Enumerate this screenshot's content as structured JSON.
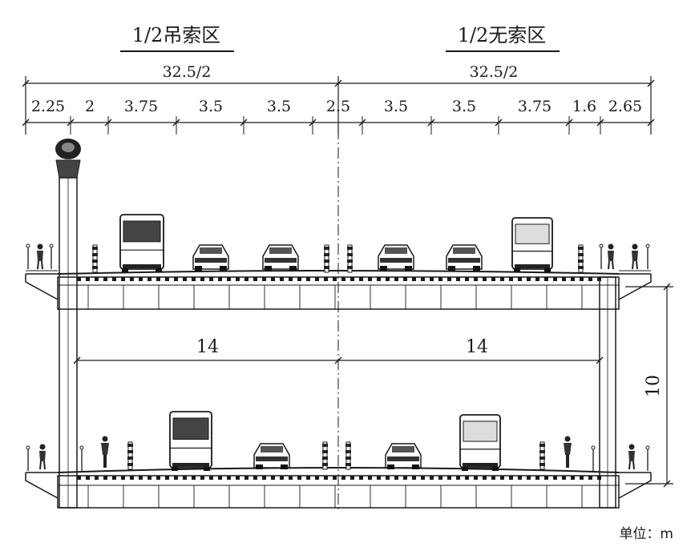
{
  "titles": {
    "left": "1/2吊索区",
    "right": "1/2无索区"
  },
  "overall_dims": {
    "left": "32.5/2",
    "right": "32.5/2"
  },
  "segment_dims": [
    "2.25",
    "2",
    "3.75",
    "3.5",
    "3.5",
    "2.5",
    "3.5",
    "3.5",
    "3.75",
    "1.6",
    "2.65"
  ],
  "inner_dims": {
    "left": "14",
    "right": "14"
  },
  "height_dim": "10",
  "unit": "单位：m",
  "colors": {
    "line": "#1a1a1a",
    "background": "#ffffff"
  }
}
